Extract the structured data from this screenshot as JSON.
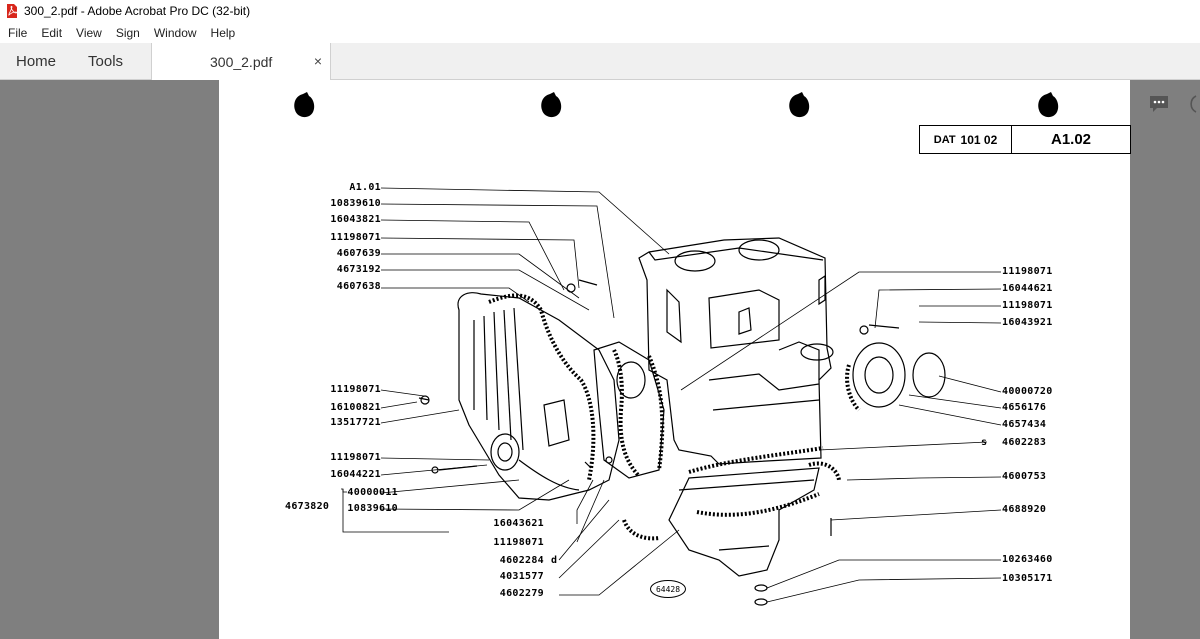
{
  "window": {
    "title": "300_2.pdf - Adobe Acrobat Pro DC (32-bit)"
  },
  "menu": {
    "items": [
      "File",
      "Edit",
      "View",
      "Sign",
      "Window",
      "Help"
    ]
  },
  "tabs": {
    "home": "Home",
    "tools": "Tools",
    "document": "300_2.pdf",
    "close": "×"
  },
  "icons": {
    "app": "pdf-icon",
    "comment": "comment-icon",
    "help": "help-icon"
  },
  "colors": {
    "app_bg": "#7f7f7f",
    "pdf_red": "#d8261c"
  },
  "document": {
    "header": {
      "dat_label": "DAT",
      "dat_number": "101 02",
      "sheet": "A1.02"
    },
    "figure_number": "64428",
    "parts_left": [
      "A1.01",
      "10839610",
      "16043821",
      "11198071",
      "4607639",
      "4673192",
      "4607638",
      "11198071",
      "16100821",
      "13517721",
      "11198071",
      "16044221",
      "40000011",
      "10839610"
    ],
    "group_label": "4673820",
    "parts_bottom": [
      "16043621",
      "11198071",
      "4602284",
      "4031577",
      "4602279"
    ],
    "part_suffix_d": "d",
    "part_prefix_s": "s",
    "parts_right": [
      "11198071",
      "16044621",
      "11198071",
      "16043921",
      "40000720",
      "4656176",
      "4657434",
      "4602283",
      "4600753",
      "4688920",
      "10263460",
      "10305171"
    ]
  }
}
